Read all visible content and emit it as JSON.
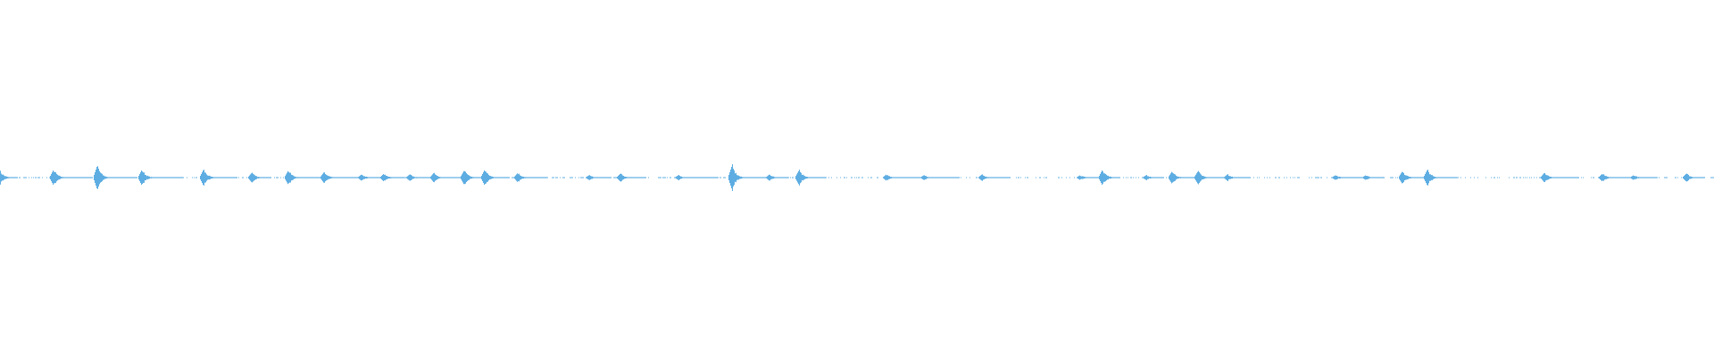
{
  "chart_data": {
    "type": "waveform",
    "color": "#5dade2",
    "background": "#ffffff",
    "amplitude_range": [
      -1,
      1
    ],
    "time_range": [
      0,
      1
    ],
    "bursts": [
      {
        "t": 0.0,
        "amp": 0.04
      },
      {
        "t": 0.031,
        "amp": 0.05
      },
      {
        "t": 0.057,
        "amp": 0.075
      },
      {
        "t": 0.083,
        "amp": 0.05
      },
      {
        "t": 0.119,
        "amp": 0.05
      },
      {
        "t": 0.147,
        "amp": 0.03
      },
      {
        "t": 0.168,
        "amp": 0.045
      },
      {
        "t": 0.189,
        "amp": 0.035
      },
      {
        "t": 0.211,
        "amp": 0.02
      },
      {
        "t": 0.224,
        "amp": 0.025
      },
      {
        "t": 0.239,
        "amp": 0.02
      },
      {
        "t": 0.253,
        "amp": 0.03
      },
      {
        "t": 0.271,
        "amp": 0.045
      },
      {
        "t": 0.283,
        "amp": 0.05
      },
      {
        "t": 0.302,
        "amp": 0.03
      },
      {
        "t": 0.344,
        "amp": 0.015
      },
      {
        "t": 0.362,
        "amp": 0.025
      },
      {
        "t": 0.396,
        "amp": 0.015
      },
      {
        "t": 0.427,
        "amp": 0.075
      },
      {
        "t": 0.449,
        "amp": 0.02
      },
      {
        "t": 0.466,
        "amp": 0.045
      },
      {
        "t": 0.517,
        "amp": 0.02
      },
      {
        "t": 0.539,
        "amp": 0.015
      },
      {
        "t": 0.573,
        "amp": 0.02
      },
      {
        "t": 0.63,
        "amp": 0.015
      },
      {
        "t": 0.643,
        "amp": 0.05
      },
      {
        "t": 0.669,
        "amp": 0.015
      },
      {
        "t": 0.684,
        "amp": 0.04
      },
      {
        "t": 0.699,
        "amp": 0.04
      },
      {
        "t": 0.716,
        "amp": 0.02
      },
      {
        "t": 0.779,
        "amp": 0.015
      },
      {
        "t": 0.797,
        "amp": 0.015
      },
      {
        "t": 0.818,
        "amp": 0.04
      },
      {
        "t": 0.833,
        "amp": 0.05
      },
      {
        "t": 0.901,
        "amp": 0.03
      },
      {
        "t": 0.935,
        "amp": 0.025
      },
      {
        "t": 0.953,
        "amp": 0.015
      },
      {
        "t": 0.984,
        "amp": 0.025
      }
    ]
  }
}
